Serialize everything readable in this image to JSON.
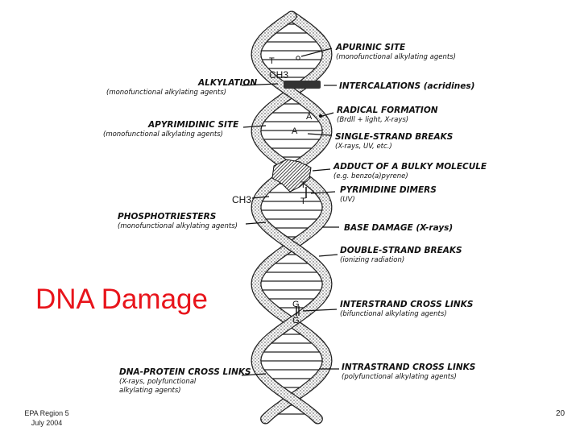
{
  "slide": {
    "title": "DNA Damage",
    "footer": {
      "line1": "EPA Region 5",
      "line2": "July 2004"
    },
    "page_number": "20",
    "title_color": "#e8141b"
  },
  "diagram": {
    "labels": {
      "apurinic": {
        "title": "APURINIC SITE",
        "sub": [
          "(monofunctional alkylating agents)"
        ]
      },
      "alkylation": {
        "title": "ALKYLATION",
        "sub": [
          "(monofunctional alkylating agents)"
        ]
      },
      "intercalations": {
        "title": "INTERCALATIONS (acridines)",
        "sub": []
      },
      "radical": {
        "title": "RADICAL FORMATION",
        "sub": [
          "(Brdll + light, X-rays)"
        ]
      },
      "apyrimidinic": {
        "title": "APYRIMIDINIC SITE",
        "sub": [
          "(monofunctional alkylating agents)"
        ]
      },
      "single_strand": {
        "title": "SINGLE-STRAND BREAKS",
        "sub": [
          "(X-rays, UV, etc.)"
        ]
      },
      "adduct": {
        "title": "ADDUCT OF A BULKY MOLECULE",
        "sub": [
          "(e.g. benzo(a)pyrene)"
        ]
      },
      "pyrimidine": {
        "title": "PYRIMIDINE DIMERS",
        "sub": [
          "(UV)"
        ]
      },
      "phospho": {
        "title": "PHOSPHOTRIESTERS",
        "sub": [
          "(monofunctional alkylating agents)"
        ]
      },
      "base_damage": {
        "title": "BASE DAMAGE (X-rays)",
        "sub": []
      },
      "double_strand": {
        "title": "DOUBLE-STRAND BREAKS",
        "sub": [
          "(ionizing radiation)"
        ]
      },
      "interstrand": {
        "title": "INTERSTRAND CROSS LINKS",
        "sub": [
          "(bifunctional alkylating agents)"
        ]
      },
      "dna_protein": {
        "title": "DNA-PROTEIN CROSS LINKS",
        "sub": [
          "(X-rays, polyfunctional",
          "alkylating agents)"
        ]
      },
      "intrastrand": {
        "title": "INTRASTRAND CROSS LINKS",
        "sub": [
          "(polyfunctional alkylating agents)"
        ]
      }
    },
    "markers": {
      "t_top": "T",
      "ch3_top": "CH3",
      "a_upper": "A",
      "a_lower": "A",
      "t_dimer_1": "T",
      "t_dimer_2": "T",
      "ch3_left": "CH3",
      "g_upper": "G",
      "g_lower": "G"
    }
  }
}
